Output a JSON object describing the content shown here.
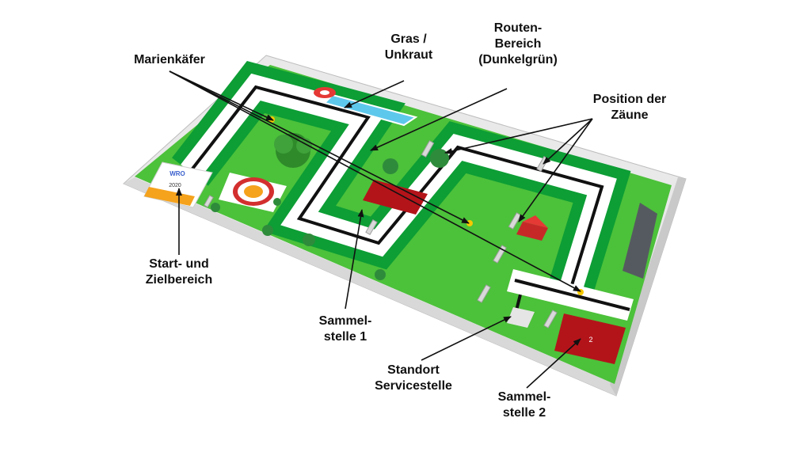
{
  "colors": {
    "grass": "#4cc13a",
    "route": "#0d9e35",
    "line": "#111111",
    "wall": "#f1f1f1",
    "collect": "#b3141a",
    "start_orange": "#f5a21c"
  },
  "icons": [
    "ladybug-icon",
    "tree-icon",
    "bush-icon",
    "umbrella-icon",
    "pool-icon",
    "house-icon",
    "fence-icon"
  ],
  "board": {
    "start_sign": {
      "brand": "WRO",
      "year": "2020",
      "footer": ""
    },
    "collect_2_number": "2"
  },
  "labels": {
    "gras": "Gras /\nUnkraut",
    "route": "Routen-\nBereich\n(Dunkelgrün)",
    "ladybug": "Marienkäfer",
    "fences": "Position der\nZäune",
    "start": "Start- und\nZielbereich",
    "collect1": "Sammel-\nstelle 1",
    "service": "Standort\nServicestelle",
    "collect2": "Sammel-\nstelle 2"
  }
}
